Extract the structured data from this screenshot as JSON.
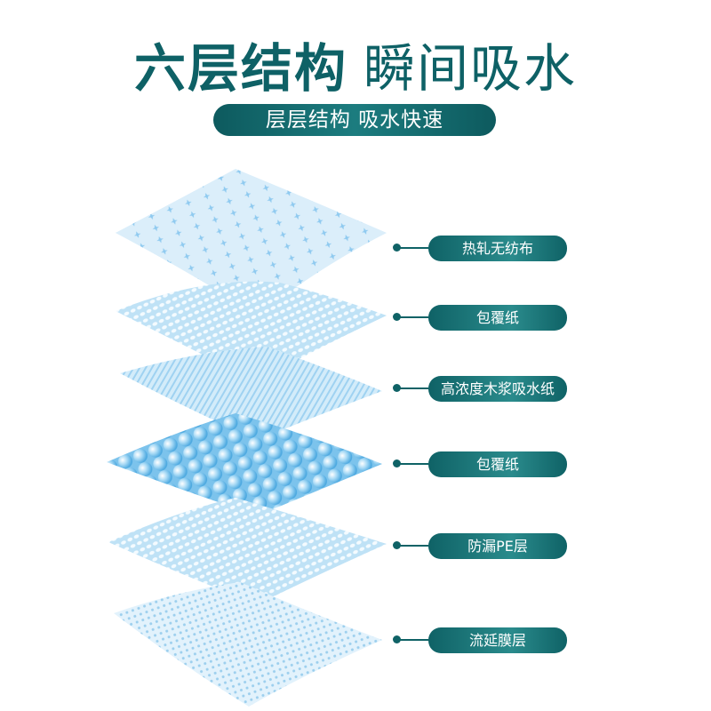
{
  "title": {
    "bold": "六层结构",
    "light": "瞬间吸水"
  },
  "subtitle": "层层结构 吸水快速",
  "layers": [
    {
      "label": "热轧无纺布"
    },
    {
      "label": "包覆纸"
    },
    {
      "label": "高浓度木浆吸水纸"
    },
    {
      "label": "包覆纸"
    },
    {
      "label": "防漏PE层"
    },
    {
      "label": "流延膜层"
    }
  ],
  "colors": {
    "accent": "#0f6266",
    "layer": "#cfe8f7",
    "bead": "#6fbde8"
  }
}
